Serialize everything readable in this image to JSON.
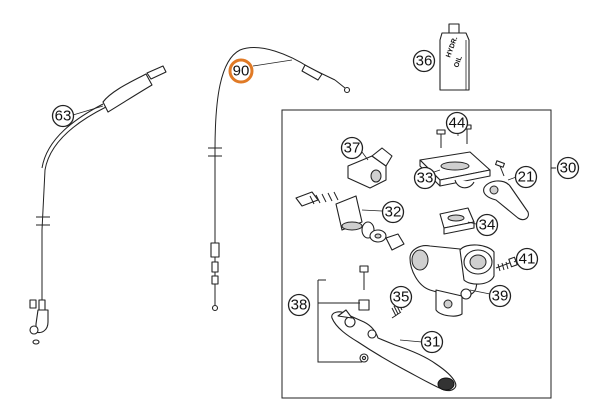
{
  "callouts": {
    "c63": "63",
    "c90": "90",
    "c36": "36",
    "c44": "44",
    "c37": "37",
    "c30": "30",
    "c33": "33",
    "c21": "21",
    "c32": "32",
    "c34": "34",
    "c41": "41",
    "c38": "38",
    "c35": "35",
    "c39": "39",
    "c31": "31"
  },
  "bottle_label": {
    "line1": "HYDR.",
    "line2": "OIL"
  },
  "highlight_color": "#e07a26"
}
